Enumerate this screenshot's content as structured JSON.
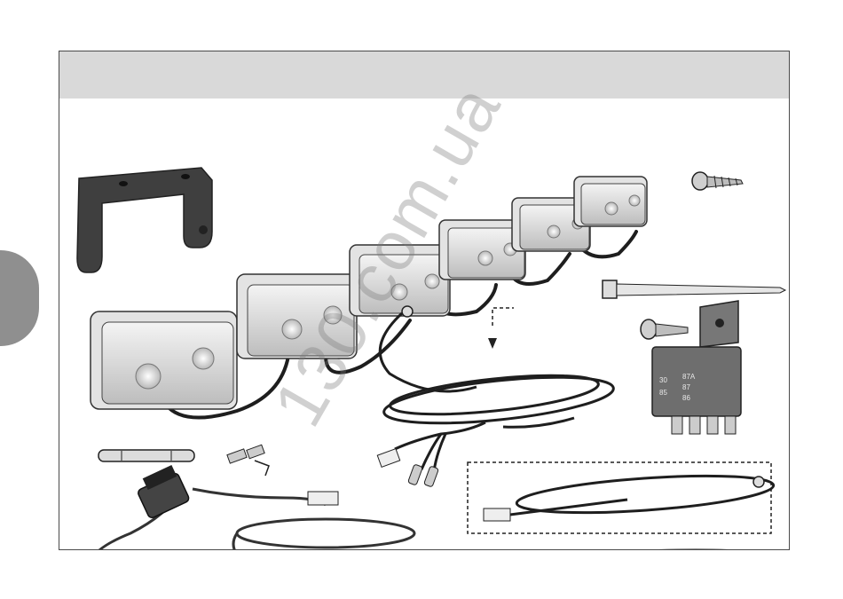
{
  "page": {
    "side_tab_color": "#8f8f8f",
    "header_band_color": "#d9d9d9",
    "frame_border_color": "#4a4a4a"
  },
  "illustration": {
    "relay_pin_labels": [
      "87A",
      "87",
      "30",
      "86",
      "85"
    ]
  },
  "watermark": {
    "text": "130.com.ua"
  }
}
